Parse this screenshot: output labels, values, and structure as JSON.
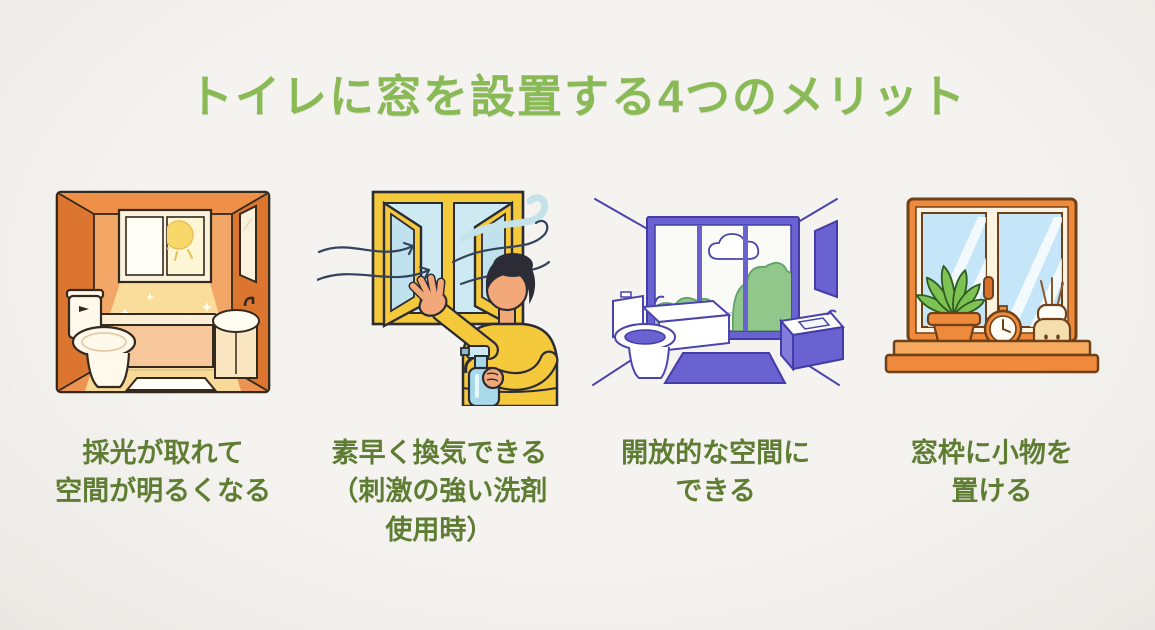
{
  "page": {
    "title": "トイレに窓を設置する4つのメリット",
    "background_color": "#F2F1EE",
    "title_color": "#8ABA56",
    "caption_color": "#5E7D33"
  },
  "benefits": [
    {
      "illustration": "sunlit-bathroom-illustration",
      "accent_color": "#E98438",
      "caption_lines": [
        "採光が取れて",
        "空間が明るくなる"
      ]
    },
    {
      "illustration": "ventilation-window-cleaning-illustration",
      "accent_color": "#F5C93C",
      "caption_lines": [
        "素早く換気できる",
        "（刺激の強い洗剤",
        "使用時）"
      ]
    },
    {
      "illustration": "open-spacious-bathroom-illustration",
      "accent_color": "#6A62D0",
      "caption_lines": [
        "開放的な空間に",
        "できる"
      ]
    },
    {
      "illustration": "windowsill-ornaments-illustration",
      "accent_color": "#EF8A3C",
      "caption_lines": [
        "窓枠に小物を",
        "置ける"
      ]
    }
  ]
}
